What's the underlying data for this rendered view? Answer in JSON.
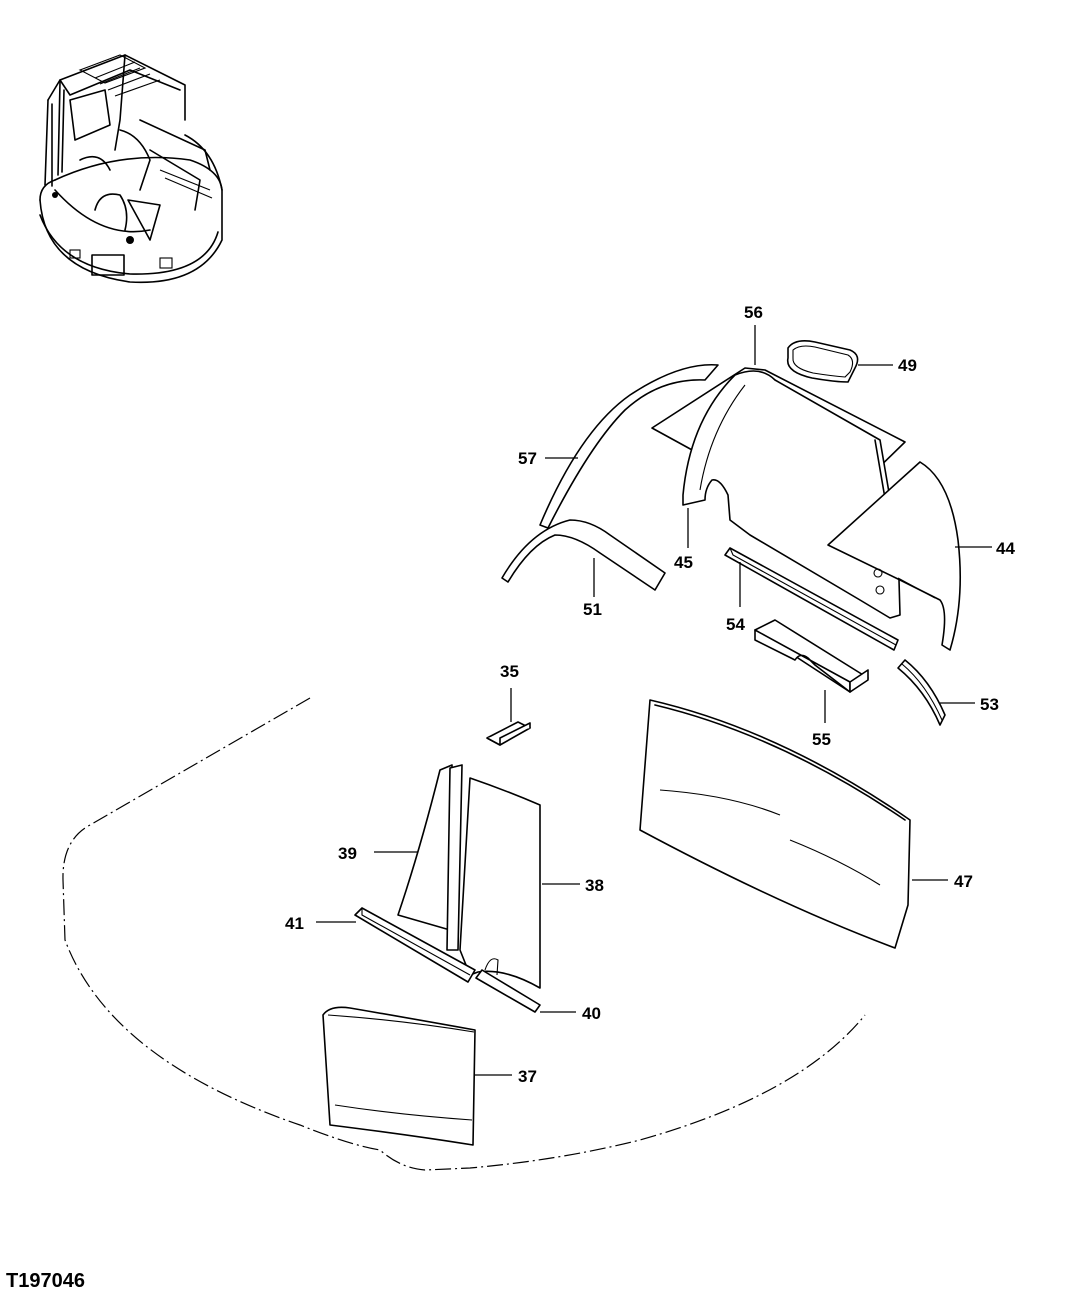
{
  "figure_id": "T197046",
  "callouts": {
    "c35": "35",
    "c37": "37",
    "c38": "38",
    "c39": "39",
    "c40": "40",
    "c41": "41",
    "c44": "44",
    "c45": "45",
    "c47": "47",
    "c49": "49",
    "c51": "51",
    "c53": "53",
    "c54": "54",
    "c55": "55",
    "c56": "56",
    "c57": "57"
  }
}
